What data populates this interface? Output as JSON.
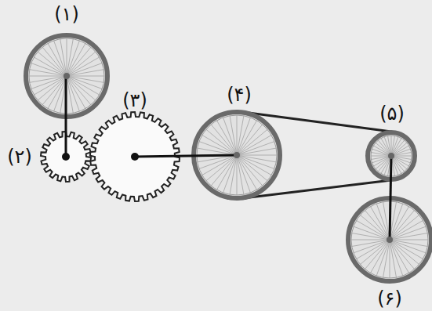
{
  "diagram": {
    "labels": [
      "(۱)",
      "(۲)",
      "(۳)",
      "(۴)",
      "(۵)",
      "(۶)"
    ]
  }
}
